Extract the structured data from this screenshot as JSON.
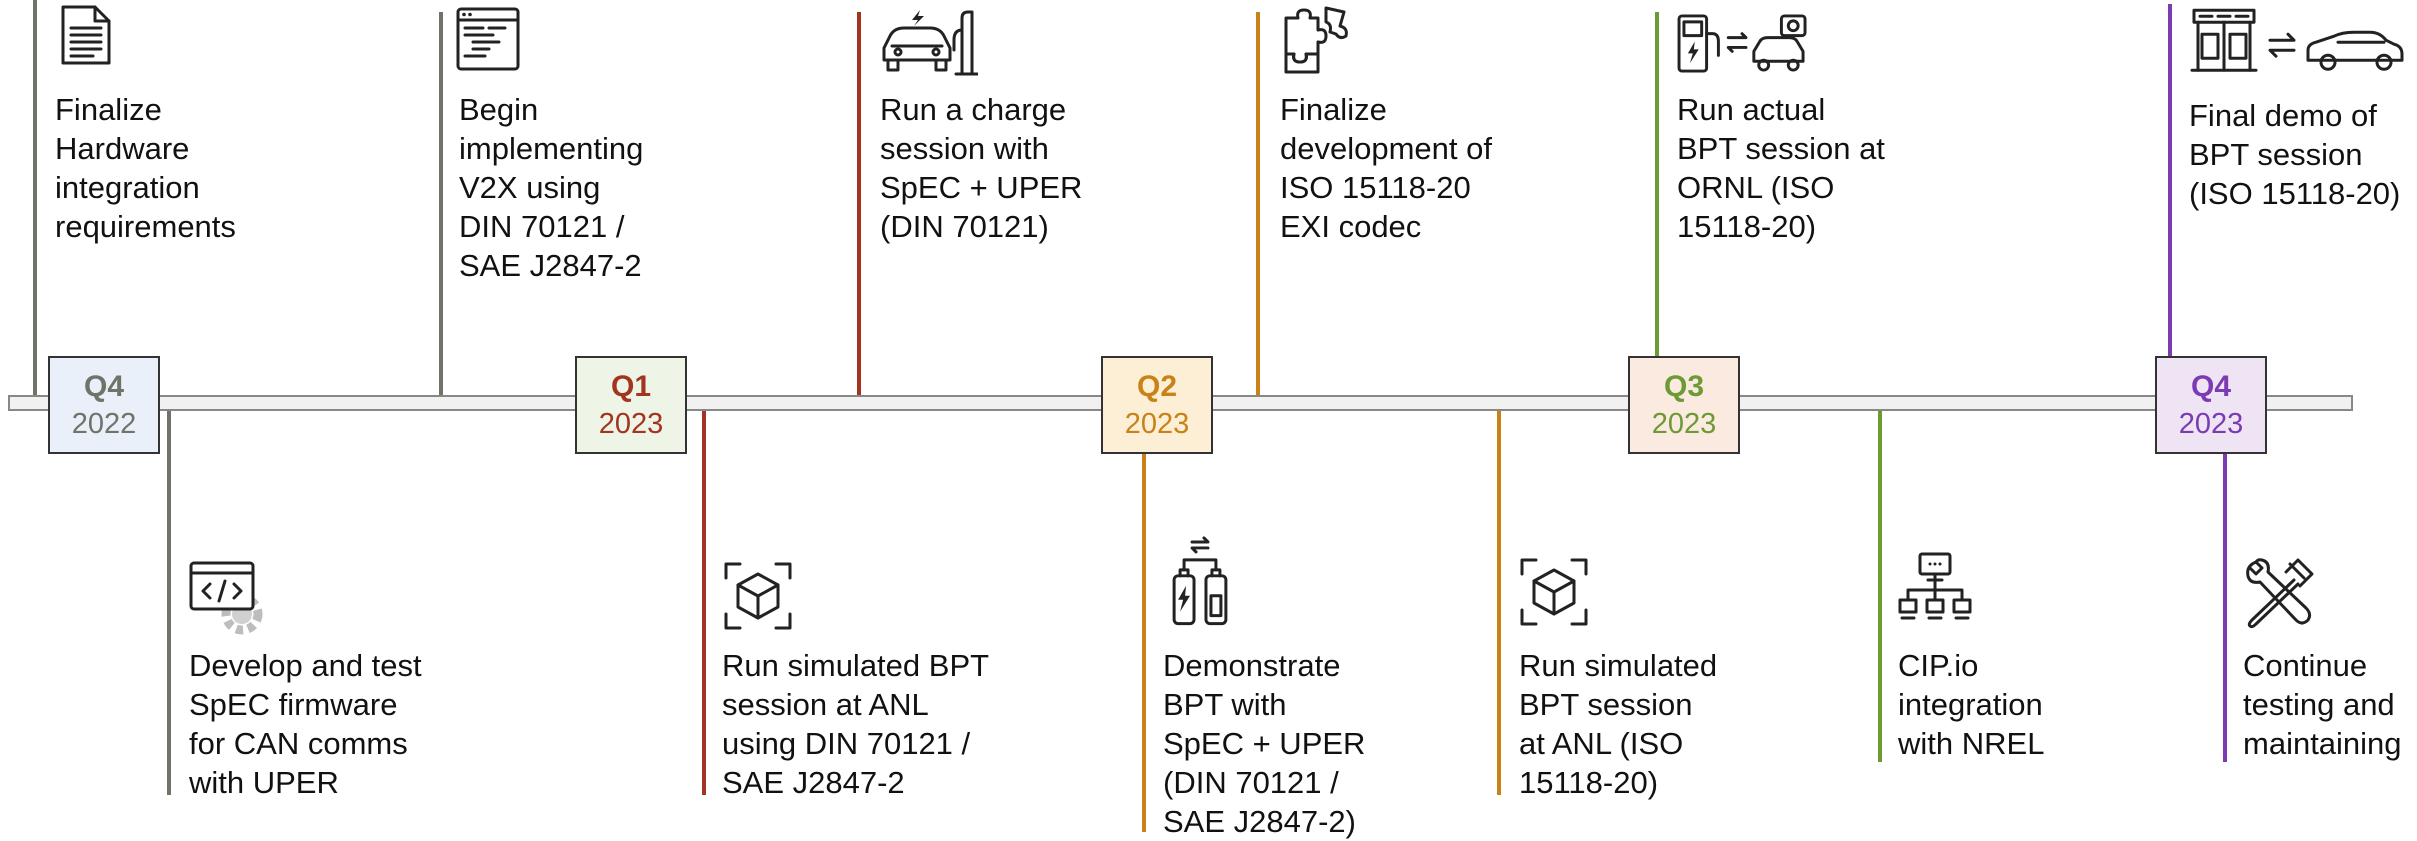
{
  "colors": {
    "q4_2022": "#6e7468",
    "q1_2023": "#a23420",
    "q2_2023": "#c98217",
    "q3_2023": "#6e9a34",
    "q4_2023": "#7a3bb3",
    "q4_2022_fill": "#e9f0fa",
    "q1_2023_fill": "#eef5e6",
    "q2_2023_fill": "#fcefd6",
    "q3_2023_fill": "#fbeae0",
    "q4_2023_fill": "#efe4f4"
  },
  "quarters": [
    {
      "label": "Q4",
      "year": "2022"
    },
    {
      "label": "Q1",
      "year": "2023"
    },
    {
      "label": "Q2",
      "year": "2023"
    },
    {
      "label": "Q3",
      "year": "2023"
    },
    {
      "label": "Q4",
      "year": "2023"
    }
  ],
  "milestones_above": [
    {
      "text": "Finalize\nHardware\nintegration\nrequirements",
      "icon": "document-icon"
    },
    {
      "text": "Begin\nimplementing\nV2X using\nDIN 70121 /\nSAE J2847-2",
      "icon": "code-window-icon"
    },
    {
      "text": "Run a charge\nsession with\nSpEC + UPER\n(DIN 70121)",
      "icon": "car-charger-icon"
    },
    {
      "text": "Finalize\ndevelopment of\nISO 15118-20\nEXI codec",
      "icon": "puzzle-icon"
    },
    {
      "text": "Run actual\nBPT session at\nORNL (ISO\n15118-20)",
      "icon": "charger-to-car-icon"
    },
    {
      "text": "Final demo of\nBPT session\n(ISO 15118-20)",
      "icon": "station-to-car-icon"
    }
  ],
  "milestones_below": [
    {
      "text": "Develop and test\nSpEC firmware\nfor CAN comms\nwith UPER",
      "icon": "code-gear-icon"
    },
    {
      "text": "Run simulated BPT\nsession at ANL\nusing DIN 70121 /\nSAE J2847-2",
      "icon": "cube-scan-icon"
    },
    {
      "text": "Demonstrate\nBPT with\nSpEC + UPER\n(DIN 70121 /\nSAE J2847-2)",
      "icon": "battery-exchange-icon"
    },
    {
      "text": "Run simulated\nBPT session\nat ANL (ISO\n15118-20)",
      "icon": "cube-scan-icon"
    },
    {
      "text": "CIP.io\nintegration\nwith NREL",
      "icon": "network-icon"
    },
    {
      "text": "Continue\ntesting and\nmaintaining",
      "icon": "tools-icon"
    }
  ]
}
